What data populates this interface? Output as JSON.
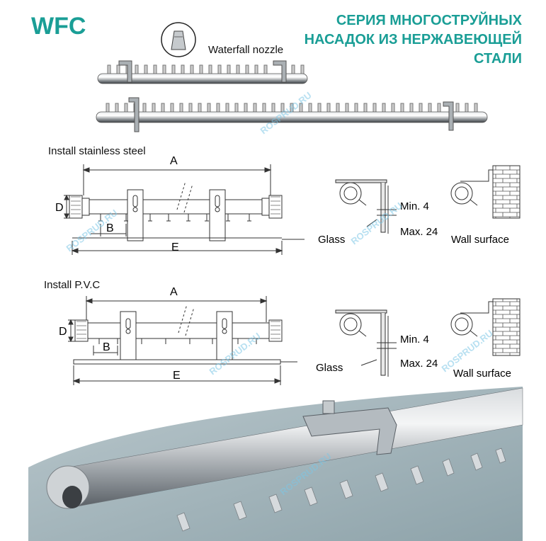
{
  "brand": "WFC",
  "title": {
    "line1": "СЕРИЯ МНОГОСТРУЙНЫХ",
    "line2": "НАСАДОК ИЗ НЕРЖАВЕЮЩЕЙ",
    "line3": "СТАЛИ"
  },
  "nozzle_label": "Waterfall nozzle",
  "section_steel": {
    "title": "Install stainless steel",
    "dim_a": "A",
    "dim_b": "B",
    "dim_d": "D",
    "dim_e": "E",
    "glass": "Glass",
    "min": "Min. 4",
    "max": "Max. 24",
    "wall": "Wall surface"
  },
  "section_pvc": {
    "title": "Install P.V.C",
    "dim_a": "A",
    "dim_b": "B",
    "dim_d": "D",
    "dim_e": "E",
    "glass": "Glass",
    "min": "Min. 4",
    "max": "Max. 24",
    "wall": "Wall surface"
  },
  "watermark": "ROSPRUD.RU",
  "colors": {
    "accent": "#1a9e96",
    "watermark": "#7cc6e6"
  }
}
